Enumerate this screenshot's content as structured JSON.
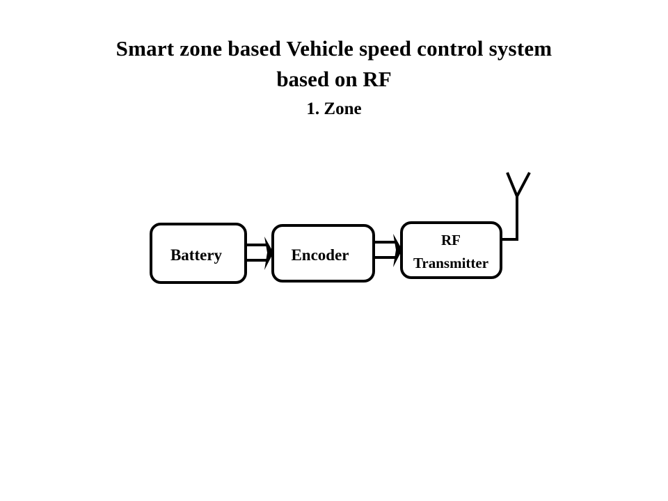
{
  "title": {
    "line1": "Smart zone based Vehicle speed control system",
    "line2": "based on RF",
    "subtitle": "1. Zone"
  },
  "diagram": {
    "blocks": [
      {
        "id": "battery",
        "label": "Battery"
      },
      {
        "id": "encoder",
        "label": "Encoder"
      },
      {
        "id": "rf-transmitter",
        "label_line1": "RF",
        "label_line2": "Transmitter"
      }
    ],
    "connections": [
      {
        "from": "battery",
        "to": "encoder",
        "type": "double-line-arrow"
      },
      {
        "from": "encoder",
        "to": "rf-transmitter",
        "type": "double-line-arrow"
      },
      {
        "from": "rf-transmitter",
        "to": "antenna",
        "type": "line"
      }
    ],
    "antenna": {
      "icon": "antenna-icon"
    }
  }
}
